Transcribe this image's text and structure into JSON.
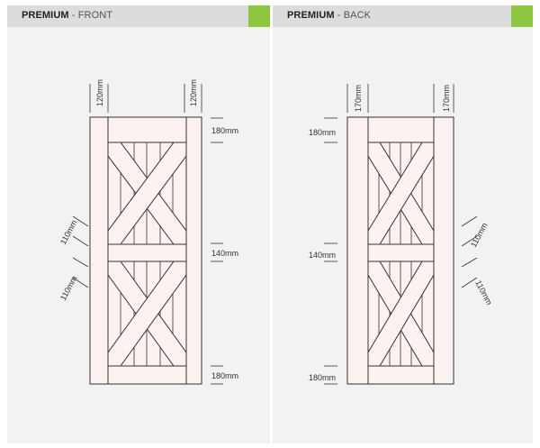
{
  "panels": [
    {
      "heading_bold": "PREMIUM",
      "heading_rest": " - FRONT",
      "dims": {
        "stile_left": "120mm",
        "stile_right": "120mm",
        "rail_top": "180mm",
        "rail_mid": "140mm",
        "rail_bottom": "180mm",
        "brace_upper": "110mm",
        "brace_lower": "110mm"
      }
    },
    {
      "heading_bold": "PREMIUM",
      "heading_rest": " - BACK",
      "dims": {
        "stile_left": "170mm",
        "stile_right": "170mm",
        "rail_top": "180mm",
        "rail_mid": "140mm",
        "rail_bottom": "180mm",
        "brace_upper": "110mm",
        "brace_lower": "110mm"
      }
    }
  ],
  "colors": {
    "accent": "#8dc63f",
    "door_fill": "#fcf3f1",
    "line": "#333333"
  }
}
